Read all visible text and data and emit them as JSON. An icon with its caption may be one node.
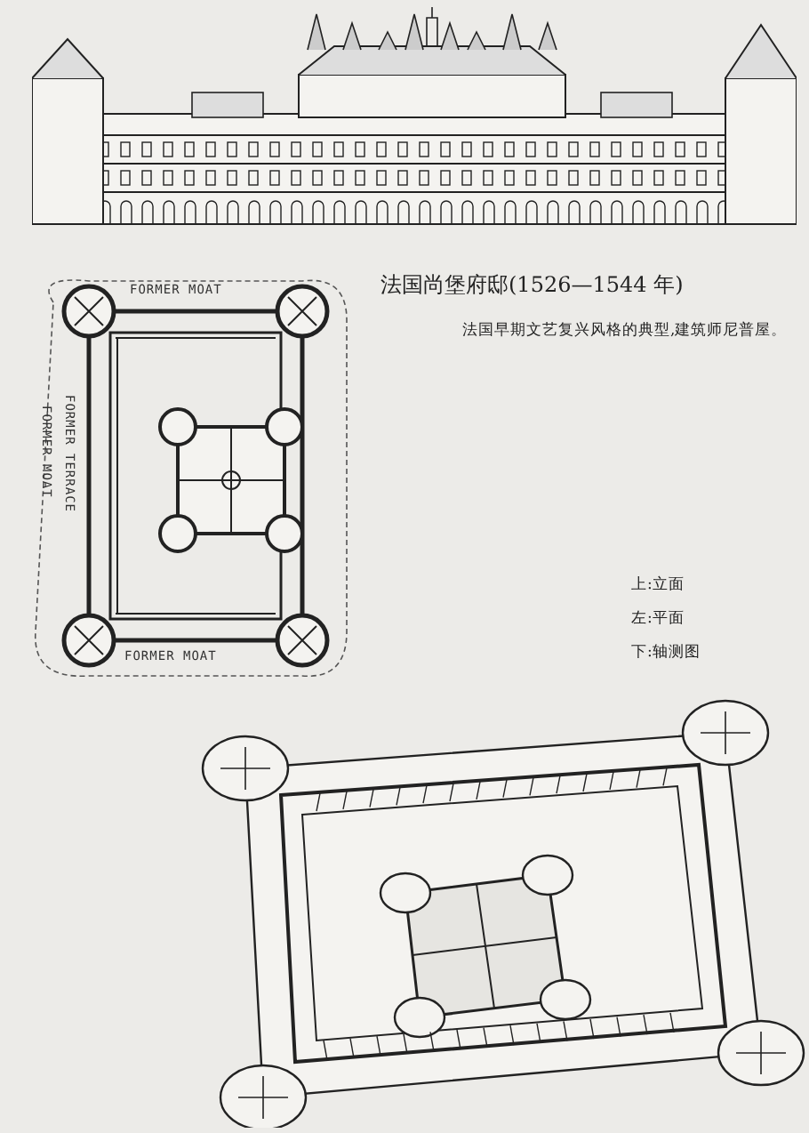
{
  "diagram": {
    "title": "法国尚堡府邸(1526—1544 年)",
    "caption": "法国早期文艺复兴风格的典型,建筑师尼普屋。",
    "labels": [
      "FORMER MOAT",
      "FORMER TERRACE",
      "FORMER MOAT",
      "FORMER MOAT",
      "上:立面",
      "左:平面",
      "下:轴测图"
    ]
  }
}
